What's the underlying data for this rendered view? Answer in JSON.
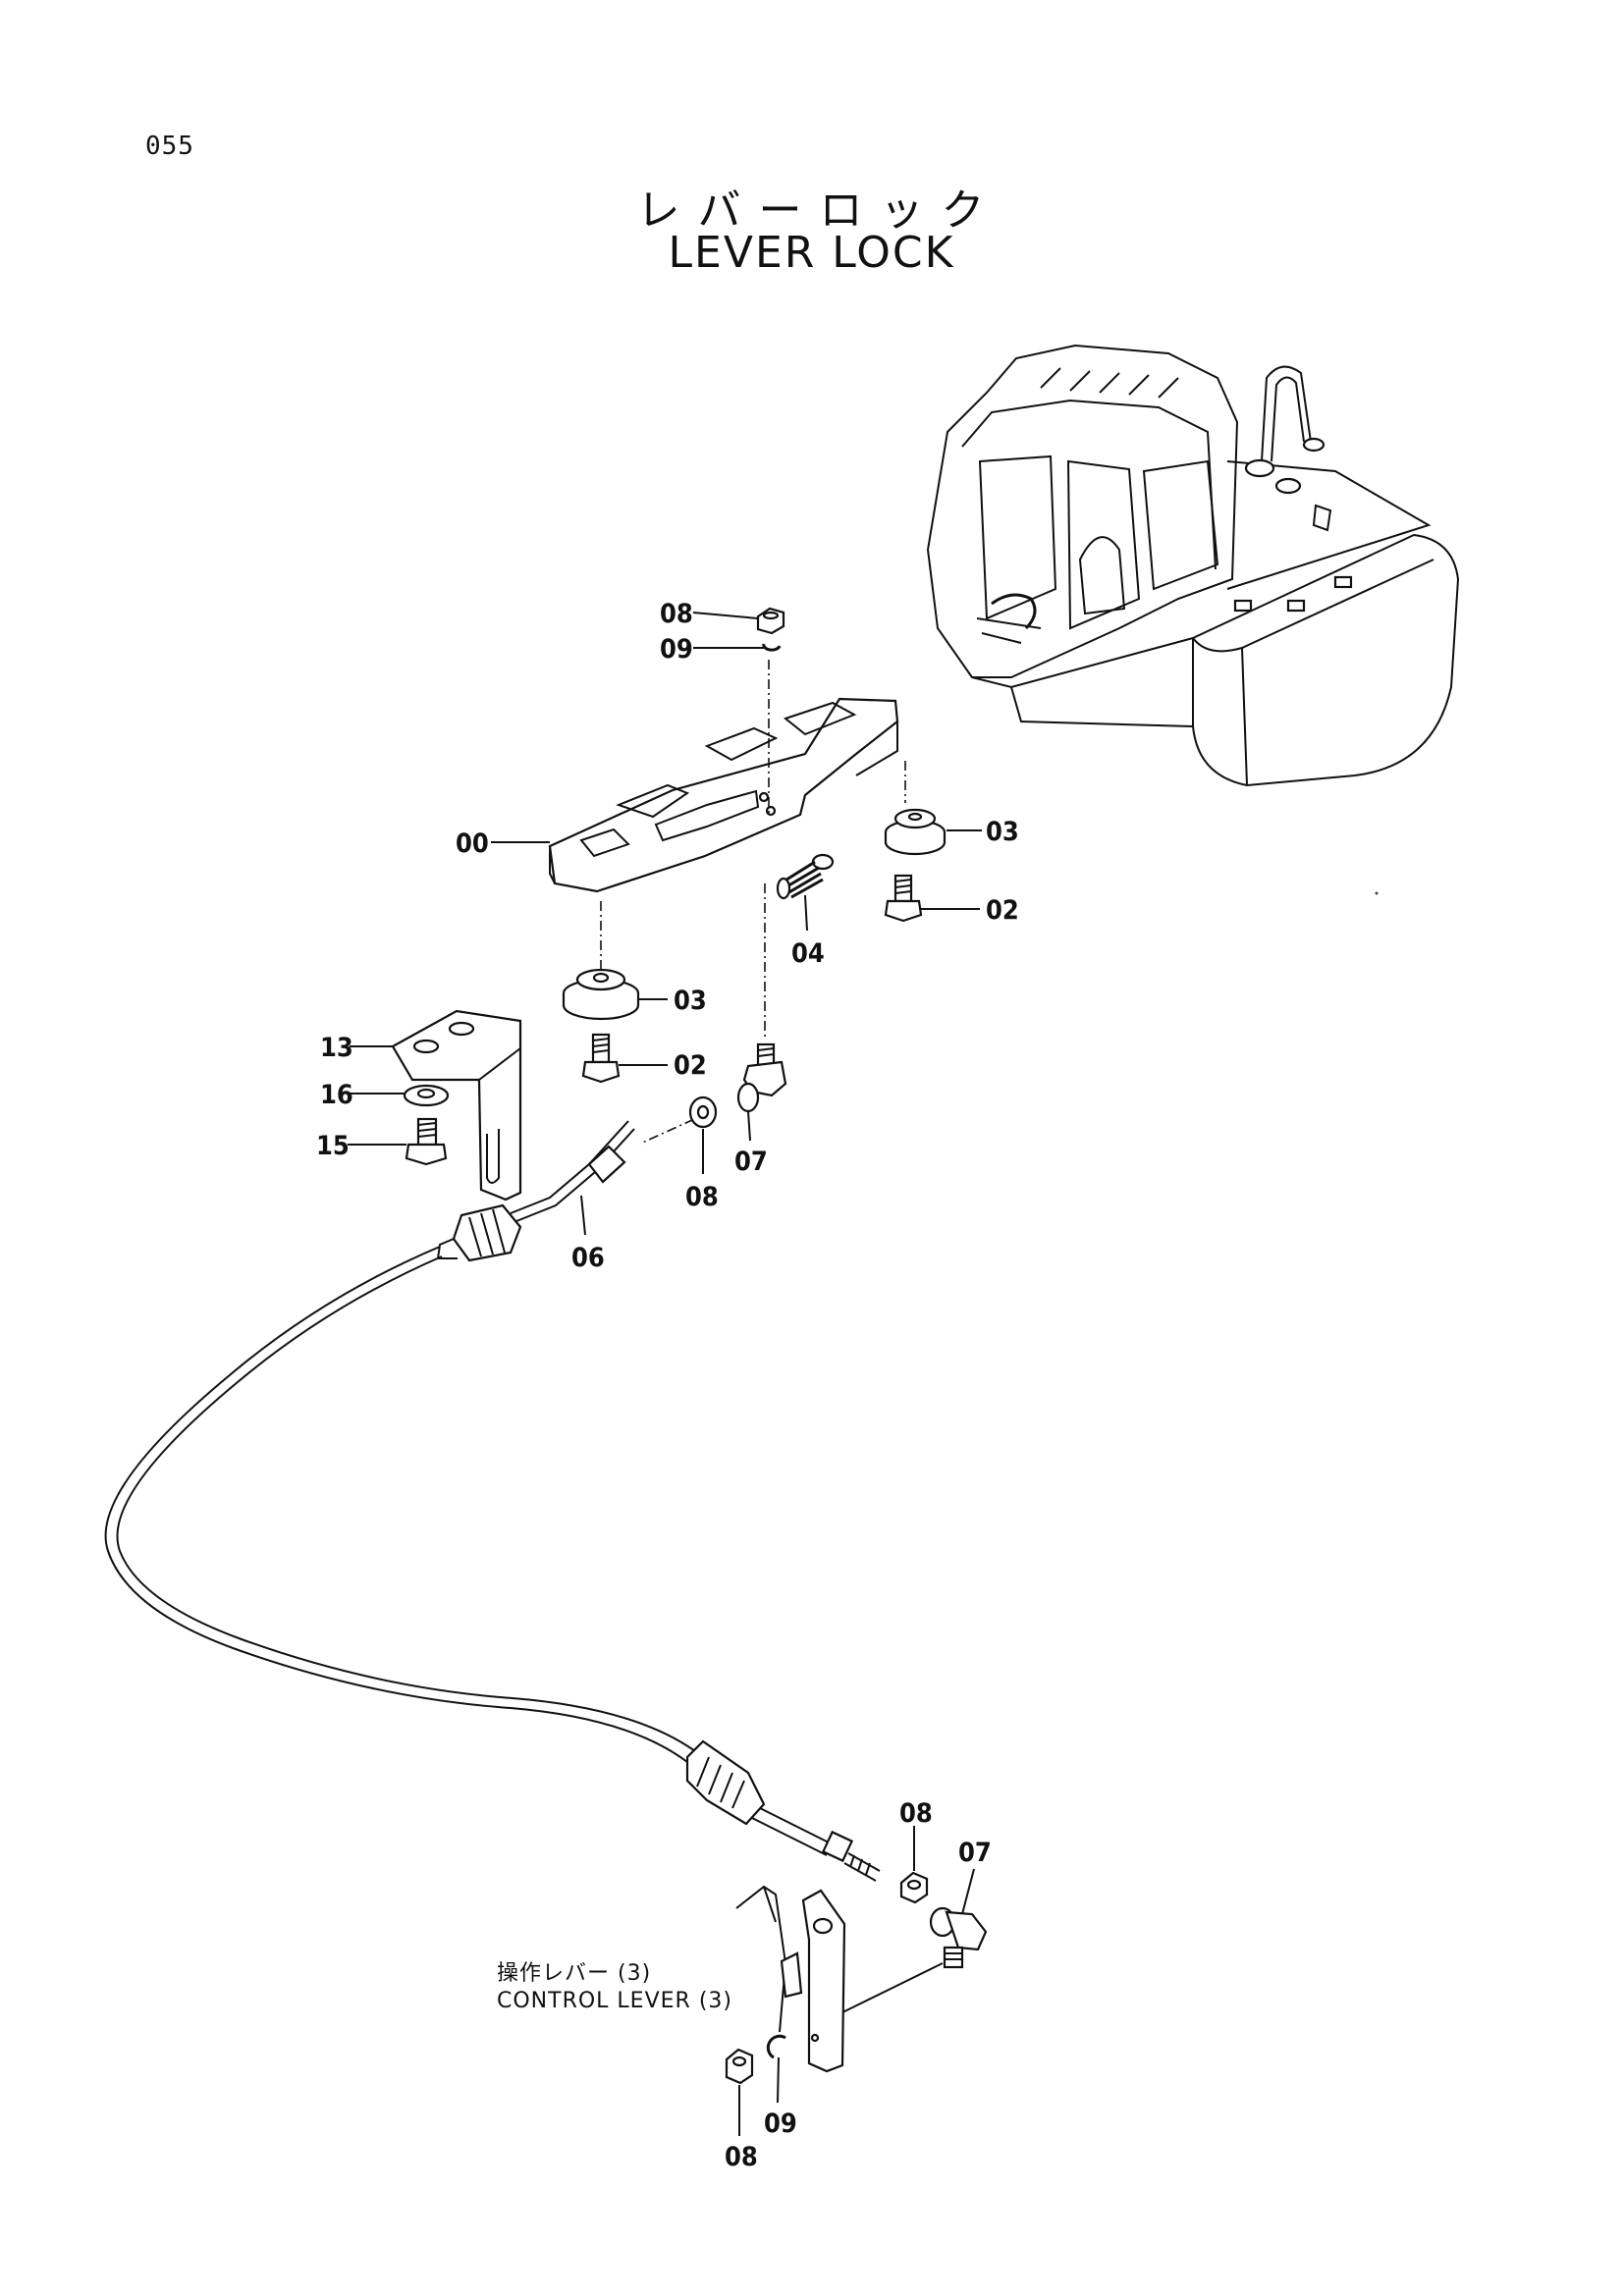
{
  "page": {
    "number": "055",
    "title_jp": "レバーロック",
    "title_en": "LEVER LOCK"
  },
  "notes": {
    "control_lever_jp": "操作レバー (3)",
    "control_lever_en": "CONTROL LEVER (3)"
  },
  "callouts": {
    "c00": "00",
    "c02a": "02",
    "c02b": "02",
    "c03a": "03",
    "c03b": "03",
    "c04": "04",
    "c06": "06",
    "c07a": "07",
    "c07b": "07",
    "c08a": "08",
    "c08b": "08",
    "c08c": "08",
    "c08d": "08",
    "c09a": "09",
    "c09b": "09",
    "c13": "13",
    "c15": "15",
    "c16": "16"
  }
}
